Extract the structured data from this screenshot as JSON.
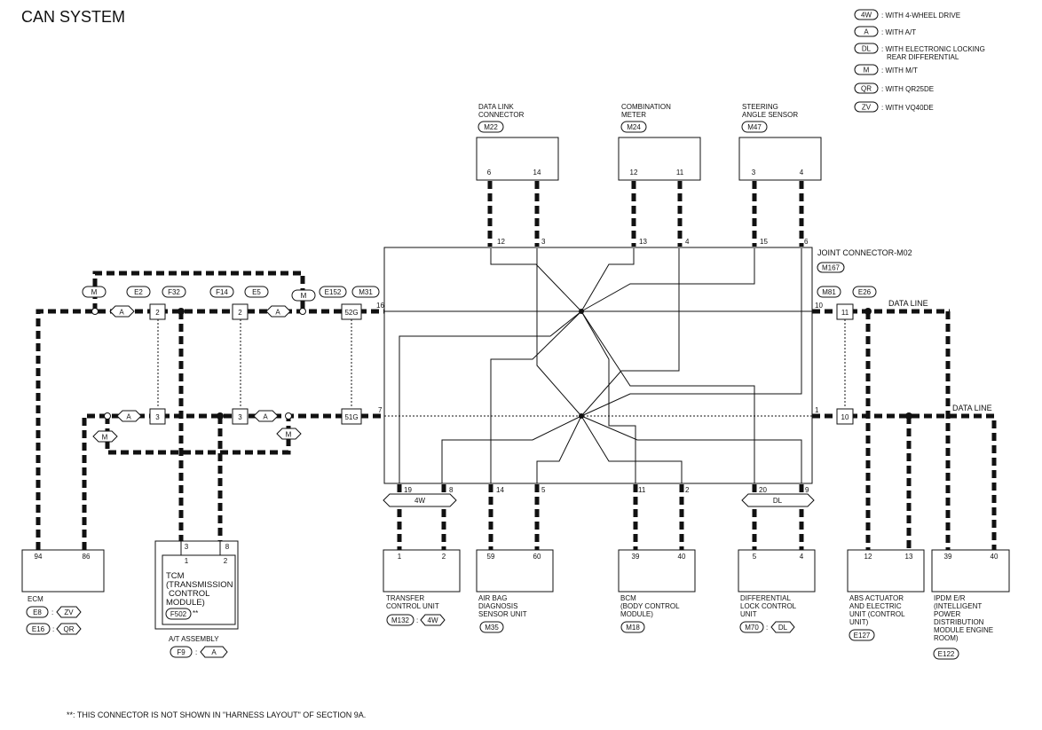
{
  "title": "CAN SYSTEM",
  "footnote": "**: THIS CONNECTOR IS NOT SHOWN IN \"HARNESS LAYOUT\" OF SECTION 9A.",
  "legend": [
    {
      "code": "4W",
      "text": ": WITH 4-WHEEL DRIVE"
    },
    {
      "code": "A",
      "text": ": WITH A/T"
    },
    {
      "code": "DL",
      "text": ": WITH ELECTRONIC LOCKING",
      "text2": "REAR DIFFERENTIAL"
    },
    {
      "code": "M",
      "text": ": WITH M/T"
    },
    {
      "code": "QR",
      "text": ": WITH QR25DE"
    },
    {
      "code": "ZV",
      "text": ": WITH VQ40DE"
    }
  ],
  "top_units": [
    {
      "label1": "DATA LINK",
      "label2": "CONNECTOR",
      "connector": "M22",
      "pins": [
        "6",
        "14"
      ],
      "jc_pins": [
        "12",
        "3"
      ]
    },
    {
      "label1": "COMBINATION",
      "label2": "METER",
      "connector": "M24",
      "pins": [
        "12",
        "11"
      ],
      "jc_pins": [
        "13",
        "4"
      ]
    },
    {
      "label1": "STEERING",
      "label2": "ANGLE SENSOR",
      "connector": "M47",
      "pins": [
        "3",
        "4"
      ],
      "jc_pins": [
        "15",
        "6"
      ]
    }
  ],
  "joint_connector": {
    "label": "JOINT CONNECTOR-M02",
    "connector": "M167",
    "left_pins": [
      "16",
      "7"
    ],
    "right_pins": [
      "10",
      "1"
    ]
  },
  "bottom_jc_pins": [
    "19",
    "8",
    "14",
    "5",
    "11",
    "2",
    "20",
    "9"
  ],
  "left_side": {
    "connectors": [
      "E2",
      "F32",
      "F14",
      "E5",
      "E152",
      "M31"
    ],
    "option_m": "M",
    "option_a": "A",
    "pin_high": "2",
    "pin_low": "3",
    "pin_52g": "52G",
    "pin_51g": "51G"
  },
  "right_side": {
    "connectors": [
      "M81",
      "E26"
    ],
    "pin_high": "11",
    "pin_low": "10",
    "data_line": "DATA LINE"
  },
  "ecm": {
    "label": "ECM",
    "pins": [
      "94",
      "86"
    ],
    "conn1": "E8",
    "opt1": "ZV",
    "conn2": "E16",
    "opt2": "QR"
  },
  "tcm": {
    "lines": [
      "TCM",
      "(TRANSMISSION",
      "CONTROL",
      "MODULE)"
    ],
    "connector": "F502",
    "stars": "**",
    "pins_outer": [
      "3",
      "8"
    ],
    "pins_inner": [
      "1",
      "2"
    ],
    "assembly": "A/T ASSEMBLY",
    "assy_conn": "F9",
    "assy_opt": "A"
  },
  "bottom_units": [
    {
      "lines": [
        "TRANSFER",
        "CONTROL UNIT"
      ],
      "connector": "M132",
      "opt": "4W",
      "pins": [
        "1",
        "2"
      ]
    },
    {
      "lines": [
        "AIR BAG",
        "DIAGNOSIS",
        "SENSOR UNIT"
      ],
      "connector": "M35",
      "pins": [
        "59",
        "60"
      ]
    },
    {
      "lines": [
        "BCM",
        "(BODY CONTROL",
        "MODULE)"
      ],
      "connector": "M18",
      "pins": [
        "39",
        "40"
      ]
    },
    {
      "lines": [
        "DIFFERENTIAL",
        "LOCK CONTROL",
        "UNIT"
      ],
      "connector": "M70",
      "opt": "DL",
      "pins": [
        "5",
        "4"
      ]
    },
    {
      "lines": [
        "ABS ACTUATOR",
        "AND ELECTRIC",
        "UNIT (CONTROL",
        "UNIT)"
      ],
      "connector": "E127",
      "pins": [
        "12",
        "13"
      ]
    },
    {
      "lines": [
        "IPDM E/R",
        "(INTELLIGENT",
        "POWER",
        "DISTRIBUTION",
        "MODULE ENGINE",
        "ROOM)"
      ],
      "connector": "E122",
      "pins": [
        "39",
        "40"
      ]
    }
  ],
  "bar_4w": "4W",
  "bar_dl": "DL"
}
